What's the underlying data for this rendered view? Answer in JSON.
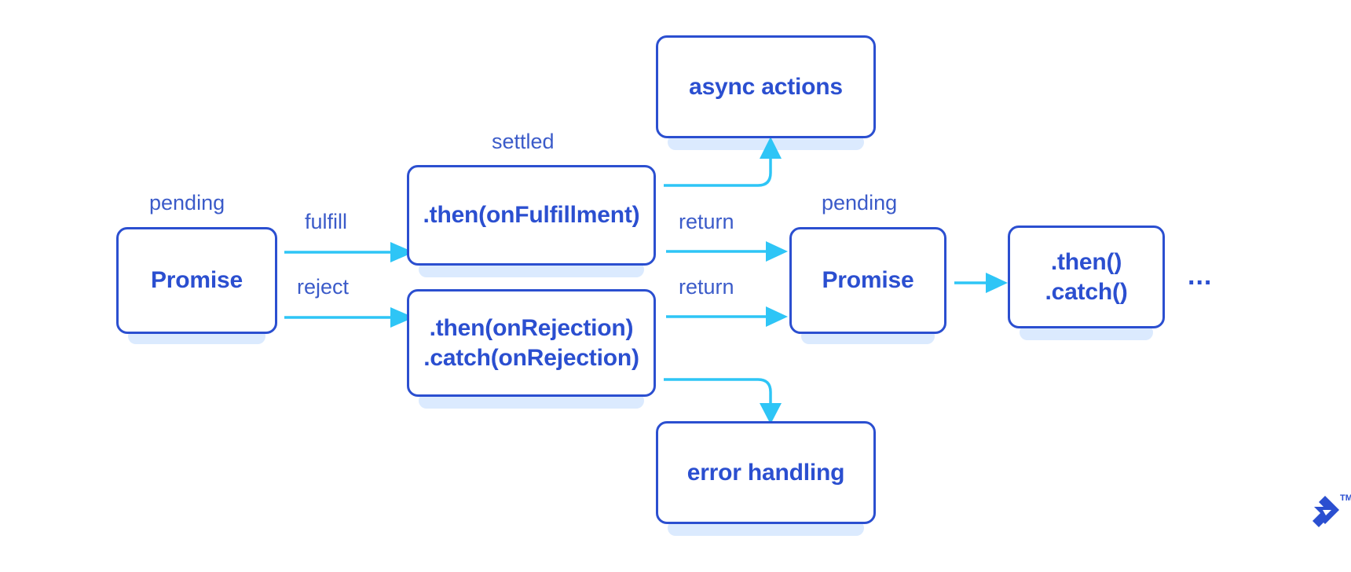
{
  "diagram": {
    "title": "JavaScript Promise lifecycle flow",
    "background_color": "#ffffff",
    "colors": {
      "node_border": "#2b4fd0",
      "node_text": "#2b4fd0",
      "caption_text": "#3b5bc9",
      "edge": "#2ec5f6",
      "node_shadow": "#dbeafe",
      "brand": "#2b4fd0"
    },
    "nodes": [
      {
        "id": "promise-initial",
        "label": "Promise"
      },
      {
        "id": "then-fulfillment",
        "label": ".then(onFulfillment)"
      },
      {
        "id": "then-catch-rejection",
        "label": ".then(onRejection)\n.catch(onRejection)"
      },
      {
        "id": "async-actions",
        "label": "async actions"
      },
      {
        "id": "error-handling",
        "label": "error handling"
      },
      {
        "id": "promise-returned",
        "label": "Promise"
      },
      {
        "id": "then-catch-chain",
        "label": ".then()\n.catch()"
      }
    ],
    "captions": [
      {
        "id": "caption-pending-initial",
        "text": "pending"
      },
      {
        "id": "caption-settled",
        "text": "settled"
      },
      {
        "id": "caption-pending-returned",
        "text": "pending"
      }
    ],
    "edge_labels": [
      {
        "id": "edge-label-fulfill",
        "text": "fulfill"
      },
      {
        "id": "edge-label-reject",
        "text": "reject"
      },
      {
        "id": "edge-label-return-top",
        "text": "return"
      },
      {
        "id": "edge-label-return-bottom",
        "text": "return"
      }
    ],
    "continuation": {
      "id": "chain-ellipsis",
      "text": "..."
    },
    "brand": {
      "name": "toptal-logo",
      "trademark": "TM"
    }
  }
}
